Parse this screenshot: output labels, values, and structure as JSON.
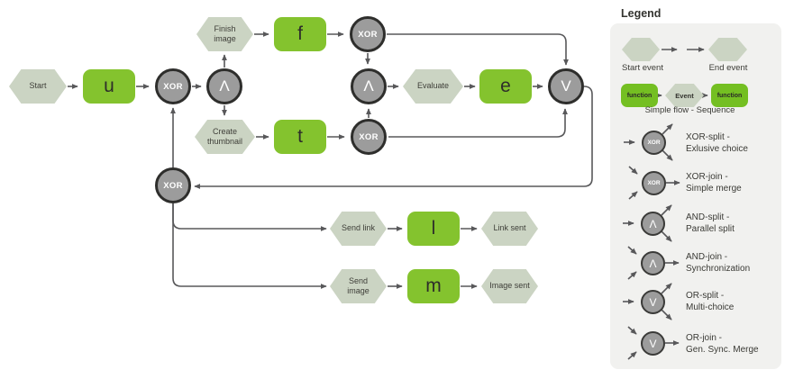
{
  "diagram": {
    "events": {
      "start": "Start",
      "finish_image": "Finish image",
      "create_thumbnail": "Create thumbnail",
      "evaluate": "Evaluate",
      "send_link": "Send link",
      "link_sent": "Link sent",
      "send_image": "Send image",
      "image_sent": "Image sent"
    },
    "functions": {
      "u": "u",
      "f": "f",
      "t": "t",
      "e": "e",
      "l": "l",
      "m": "m"
    },
    "connectors": {
      "xor_1": "XOR",
      "and_split": "Λ",
      "xor_top": "XOR",
      "xor_bottom": "XOR",
      "and_join": "Λ",
      "or_join": "V",
      "xor_low": "XOR"
    }
  },
  "legend": {
    "title": "Legend",
    "start_event_label": "Start event",
    "end_event_label": "End event",
    "function_label": "function",
    "event_label": "Event",
    "sequence_caption": "Simple flow - Sequence",
    "rows": [
      {
        "glyph": "XOR",
        "line1": "XOR-split -",
        "line2": "Exlusive choice"
      },
      {
        "glyph": "XOR",
        "line1": "XOR-join -",
        "line2": "Simple merge"
      },
      {
        "glyph": "Λ",
        "line1": "AND-split -",
        "line2": "Parallel split"
      },
      {
        "glyph": "Λ",
        "line1": "AND-join -",
        "line2": "Synchronization"
      },
      {
        "glyph": "V",
        "line1": "OR-split -",
        "line2": "Multi-choice"
      },
      {
        "glyph": "V",
        "line1": "OR-join -",
        "line2": "Gen. Sync. Merge"
      }
    ]
  },
  "colors": {
    "function_green": "#84C32E",
    "legend_function_green": "#74BF22",
    "event_fill": "#CBD4C3",
    "connector_fill": "#9C9C9C",
    "connector_stroke": "#2E2E2C",
    "line": "#58585A",
    "legend_bg": "#F1F1EF"
  }
}
